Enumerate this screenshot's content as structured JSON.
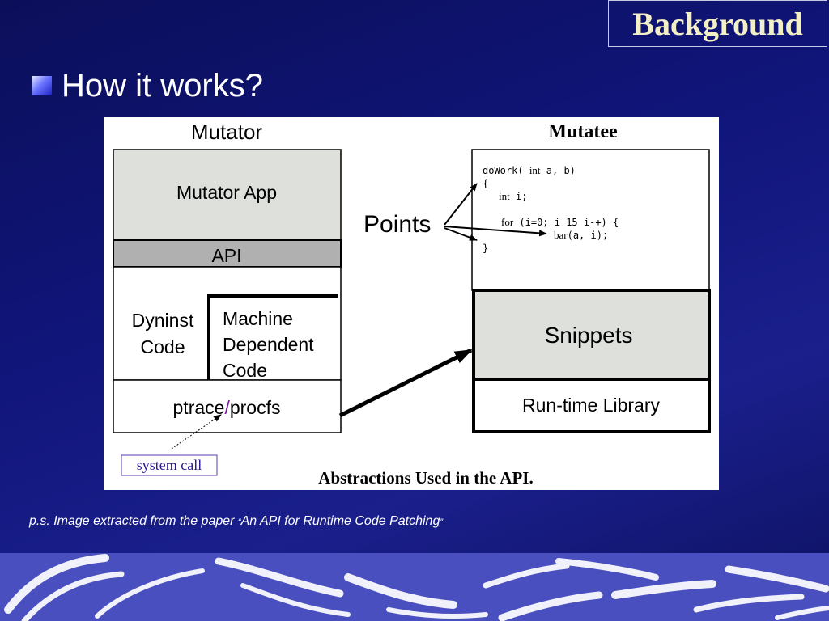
{
  "slide": {
    "title": "Background",
    "bullet": "How it works?",
    "caption_prefix": "p.s. Image extracted from the paper ",
    "caption_open_quote": "“",
    "caption_title": "An API for Runtime Code Patching",
    "caption_close_quote": "”"
  },
  "diagram": {
    "mutator_title": "Mutator",
    "mutatee_title": "Mutatee",
    "mutator_app": "Mutator App",
    "api": "API",
    "dyninst_line1": "Dyninst",
    "dyninst_line2": "Code",
    "machine_line1": "Machine",
    "machine_line2": "Dependent",
    "machine_line3": "Code",
    "ptrace": "ptrace",
    "slash": "/",
    "procfs": "procfs",
    "points": "Points",
    "snippets": "Snippets",
    "runtime_library": "Run-time Library",
    "system_call": "system call",
    "abstractions_caption": "Abstractions Used in the API.",
    "code": {
      "line1_a": "doWork(",
      "line1_kw": "int",
      "line1_b": "a, b)",
      "line2": "{",
      "line3_kw": "int",
      "line3_b": "i;",
      "line4_kw": "for",
      "line4_b": "(i=0; i  15 i-+) {",
      "line5_kw": "bar",
      "line5_b": "(a, i);",
      "line6": "}"
    }
  },
  "colors": {
    "title_text": "#f3f0c8",
    "gray_box": "#dde0db",
    "api_box": "#b0b0b0",
    "slash_purple": "#7a1aa0",
    "system_call_border": "#5a3ab0",
    "footer_band": "#4a4fc0"
  }
}
